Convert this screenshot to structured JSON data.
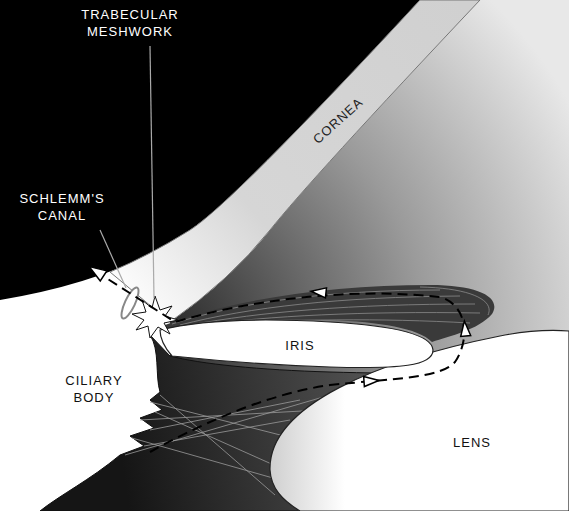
{
  "diagram": {
    "labels": [
      "TRABECULAR MESHWORK",
      "CORNEA",
      "SCHLEMM'S CANAL",
      "IRIS",
      "CILIARY BODY",
      "LENS"
    ]
  }
}
